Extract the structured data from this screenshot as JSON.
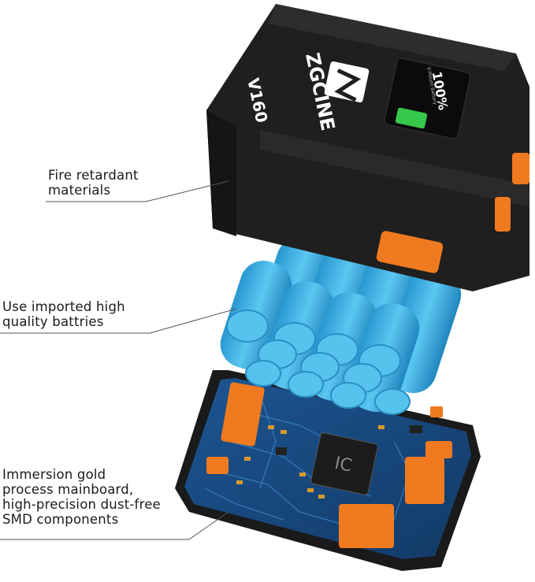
{
  "brand": "ZGCINE",
  "model": "V160",
  "display": {
    "percent": "100%",
    "sub": "V-Mount Battery"
  },
  "captions": [
    {
      "lines": [
        "Fire retardant",
        "materials"
      ]
    },
    {
      "lines": [
        "Use imported high",
        "quality battries"
      ]
    },
    {
      "lines": [
        "Immersion gold",
        "process mainboard,",
        "high-precision dust-free",
        "SMD components"
      ]
    }
  ],
  "chip_label": "IC",
  "colors": {
    "body": "#1f1f1f",
    "accent": "#f07a1f",
    "cells": "#3bb0e6",
    "pcb": "#1f4f86"
  }
}
